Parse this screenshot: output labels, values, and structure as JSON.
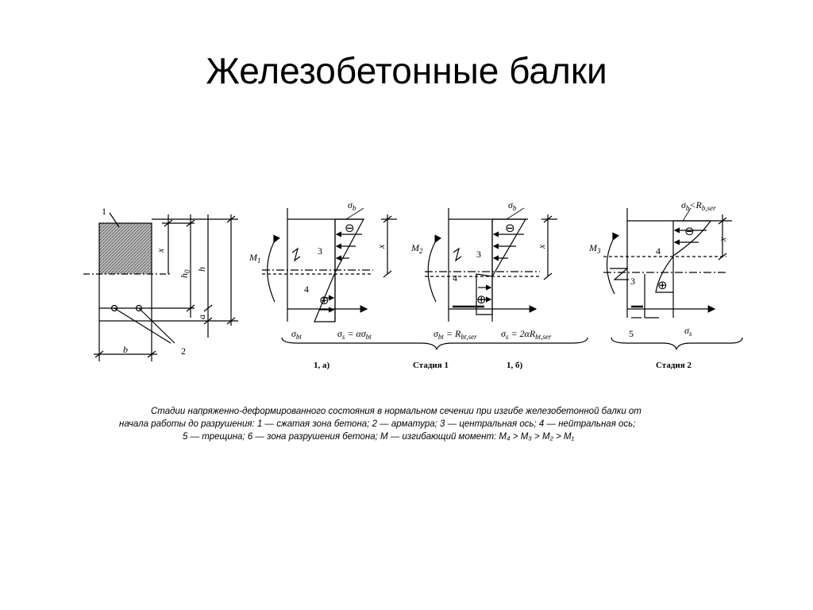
{
  "slide": {
    "title": "Железобетонные балки"
  },
  "diagram": {
    "section_labels": {
      "item_1": "1",
      "item_2": "2",
      "x": "x",
      "h0": "h",
      "h0_sub": "0",
      "h": "h",
      "a": "a",
      "b": "b"
    },
    "panel_a": {
      "moment": "M",
      "moment_sub": "1",
      "sigma_b": "σ",
      "sigma_b_sub": "b",
      "label_3": "3",
      "label_4": "4",
      "x": "x",
      "minus": "⊖",
      "plus": "⊕",
      "sigma_bt": "σ",
      "sigma_bt_sub": "bt",
      "sigma_s": "σ",
      "sigma_s_sub": "s",
      "sigma_s_rhs": " = ασ",
      "sigma_s_rhs_sub": "bt"
    },
    "panel_b": {
      "moment": "M",
      "moment_sub": "2",
      "sigma_b": "σ",
      "sigma_b_sub": "b",
      "label_3": "3",
      "label_4": "4",
      "x": "x",
      "minus": "⊖",
      "plus": "⊕",
      "sigma_bt": "σ",
      "sigma_bt_sub": "bt",
      "sigma_bt_rhs": " = R",
      "sigma_bt_rhs_sub": "bt,ser",
      "sigma_s": "σ",
      "sigma_s_sub": "s",
      "sigma_s_rhs": " = 2αR",
      "sigma_s_rhs_sub": "bt,ser"
    },
    "panel_c": {
      "moment": "M",
      "moment_sub": "3",
      "sigma_b": "σ",
      "sigma_b_sub": "b",
      "sigma_b_rhs": "<R",
      "sigma_b_rhs_sub": "b,ser",
      "label_4": "4",
      "label_3": "3",
      "label_5": "5",
      "x": "x",
      "minus": "⊖",
      "plus": "⊕",
      "sigma_s": "σ",
      "sigma_s_sub": "s"
    },
    "stage_labels": {
      "case_a": "1, а)",
      "stage_1": "Стадия 1",
      "case_b": "1, б)",
      "stage_2": "Стадия 2"
    }
  },
  "caption": {
    "line1": "Стадии напряженно-деформированного состояния в нормальном сечении при изгибе железобетонной балки от",
    "line2": "начала работы до разрушения: 1 — сжатая зона бетона; 2 — арматура; 3 — центральная ось; 4 — нейтральная ось;",
    "line3": "5 — трещина; 6 — зона разрушения бетона;  M — изгибающий момент: M₄ > M₃ > M₂ > M₁"
  }
}
